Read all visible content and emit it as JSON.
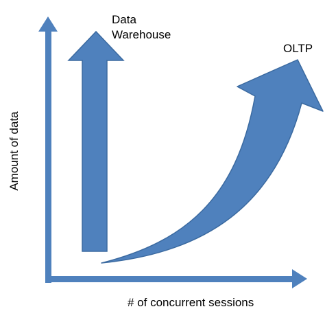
{
  "axes": {
    "x_label": "# of concurrent sessions",
    "y_label": "Amount of data",
    "color": "#4f81bd"
  },
  "arrows": {
    "data_warehouse": {
      "label_line1": "Data",
      "label_line2": "Warehouse",
      "fill": "#4f81bd",
      "stroke": "#3b6aa0"
    },
    "oltp": {
      "label": "OLTP",
      "fill": "#4f81bd",
      "stroke": "#3b6aa0"
    }
  }
}
